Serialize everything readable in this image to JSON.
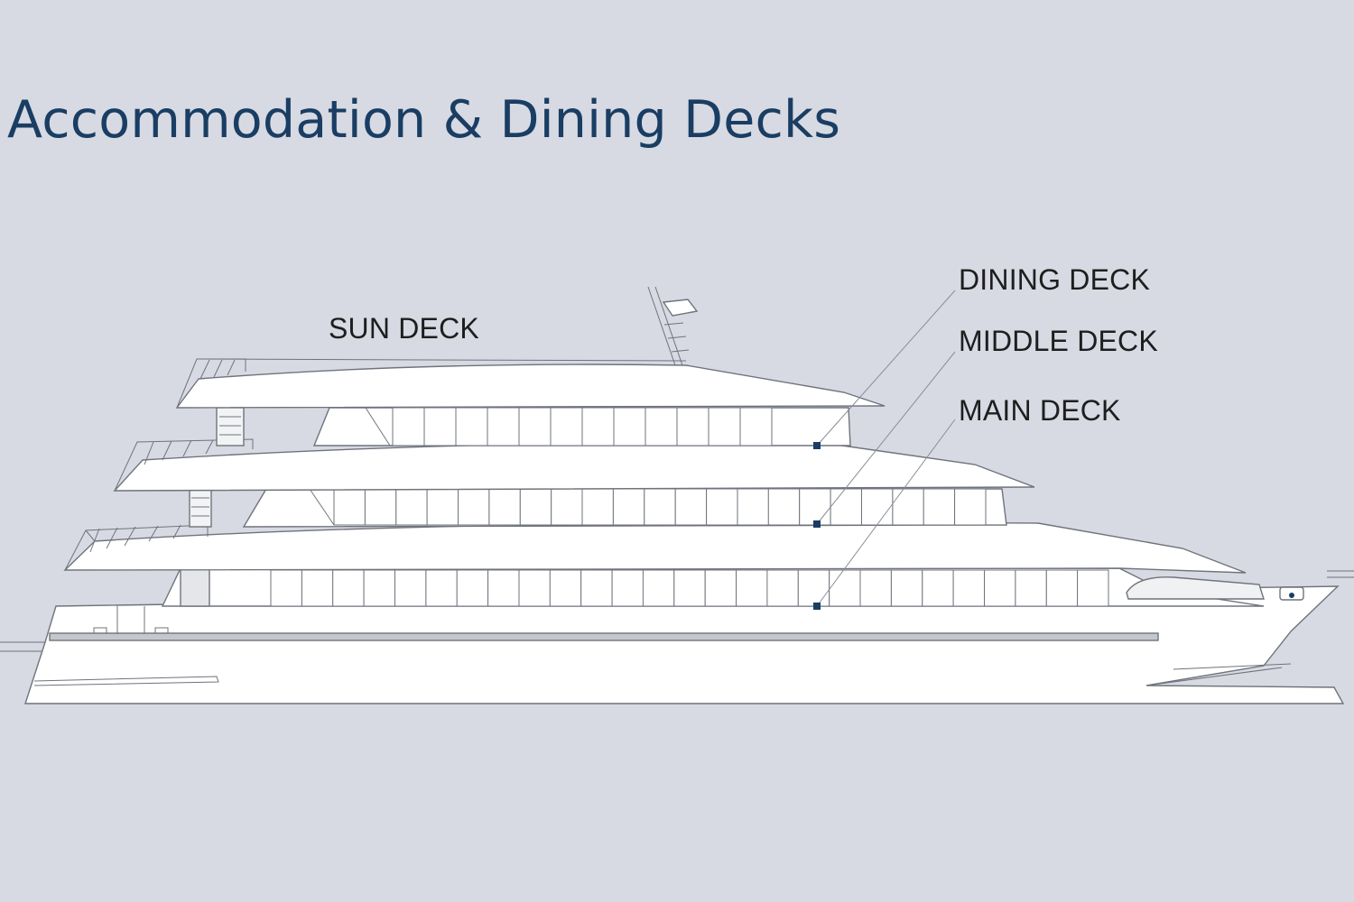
{
  "title": "Accommodation & Dining Decks",
  "decks": {
    "sun": "SUN DECK",
    "dining": "DINING DECK",
    "middle": "MIDDLE DECK",
    "main": "MAIN DECK"
  },
  "colors": {
    "background": "#d7dae3",
    "title": "#1a3d63",
    "marker": "#1a3d63",
    "hull": "#ffffff",
    "outline": "#6f737b"
  }
}
